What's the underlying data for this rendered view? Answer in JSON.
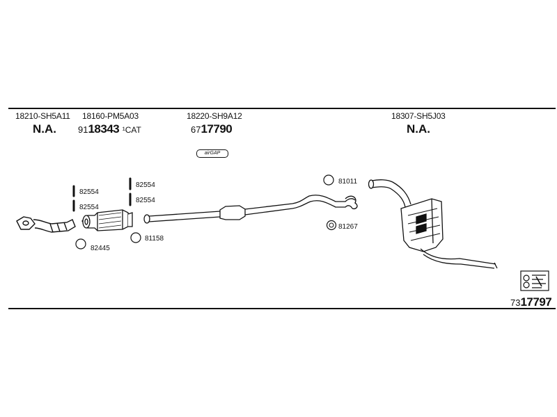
{
  "oe_refs": [
    {
      "number": "18210-SH5A11",
      "code": "N.A."
    },
    {
      "number": "18160-PM5A03",
      "prefix": "91",
      "code": "18343",
      "suffix": "¹CAT"
    },
    {
      "number": "18220-SH9A12",
      "prefix": "67",
      "code": "17790"
    },
    {
      "number": "18307-SH5J03",
      "code": "N.A."
    }
  ],
  "badge": "airGAP",
  "parts": {
    "clamp_left_top": "82554",
    "clamp_left_bottom": "82554",
    "clamp_right_top": "82554",
    "clamp_right_bottom": "82554",
    "gasket_front": "82445",
    "gasket_cat": "81158",
    "ring_top": "81011",
    "ring_bottom": "81267"
  },
  "diagram_ref": {
    "prefix": "73",
    "number": "17797"
  }
}
